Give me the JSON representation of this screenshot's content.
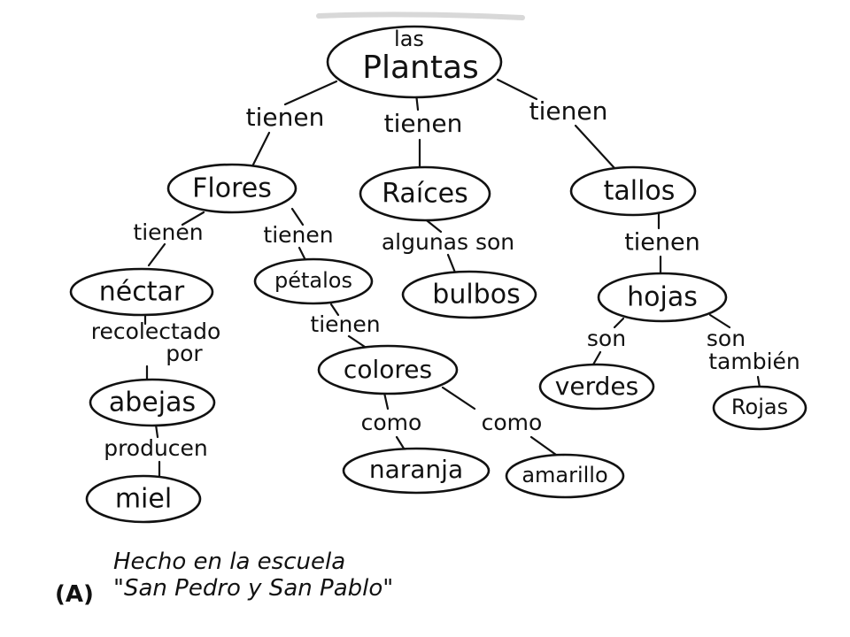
{
  "root": {
    "line1": "las",
    "line2": "Plantas"
  },
  "nodes": {
    "flores": "Flores",
    "raices": "Raíces",
    "tallos": "tallos",
    "nectar": "néctar",
    "petalos": "pétalos",
    "bulbos": "bulbos",
    "hojas": "hojas",
    "colores": "colores",
    "abejas": "abejas",
    "miel": "miel",
    "naranja": "naranja",
    "amarillo": "amarillo",
    "verdes": "verdes",
    "rojas": "Rojas"
  },
  "links": {
    "plantas_flores": "tienen",
    "plantas_raices": "tienen",
    "plantas_tallos": "tienen",
    "flores_nectar": "tienen",
    "flores_petalos": "tienen",
    "raices_bulbos": "algunas son",
    "tallos_hojas": "tienen",
    "petalos_colores": "tienen",
    "nectar_abejas_1": "recolectado",
    "nectar_abejas_2": "por",
    "abejas_miel": "producen",
    "colores_naranja": "como",
    "colores_amarillo": "como",
    "hojas_verdes": "son",
    "hojas_rojas_1": "son",
    "hojas_rojas_2": "también"
  },
  "footer": {
    "line1": "Hecho en la escuela",
    "line2": "\"San Pedro y San Pablo\"",
    "letter": "(A)"
  }
}
